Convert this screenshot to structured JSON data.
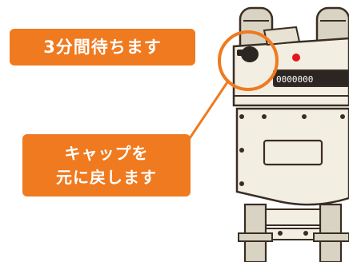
{
  "labels": {
    "wait": "3分間待ちます",
    "cap_line1": "キャップを",
    "cap_line2": "元に戻します"
  },
  "colors": {
    "label_bg": "#ef7a1f",
    "callout": "#ef7a1f",
    "meter_body": "#f3eee2",
    "outline": "#3a2d24",
    "pipe": "#d9d3c3",
    "indicator": "#e3161f"
  },
  "meter": {
    "counter_digits": "0000000"
  },
  "icons": [
    "gas-meter-icon",
    "cap-icon",
    "callout-circle-icon",
    "callout-pointer-icon"
  ]
}
